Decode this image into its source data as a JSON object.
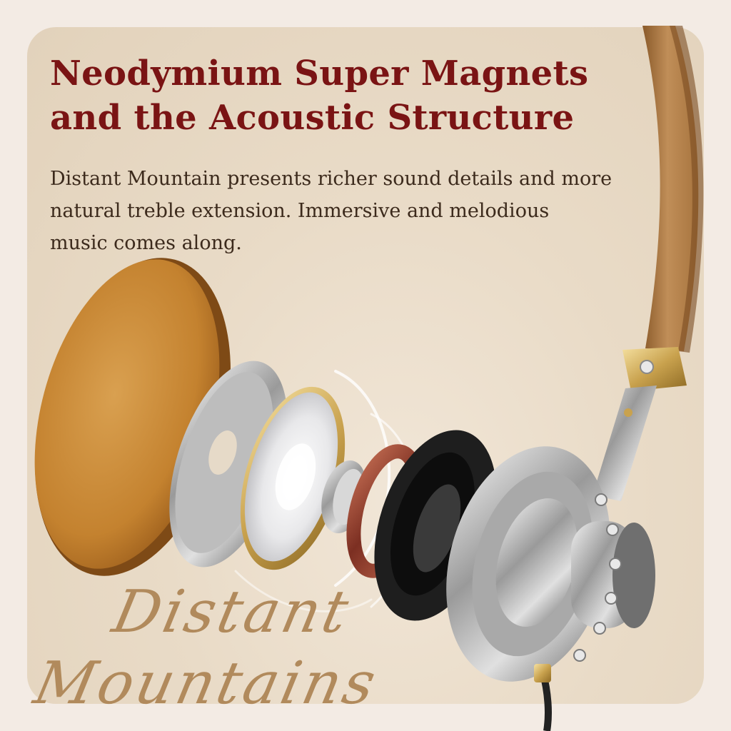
{
  "headline": {
    "line1": "Neodymium Super Magnets",
    "line2": "and the Acoustic Structure"
  },
  "description": {
    "line1": "Distant Mountain presents richer sound details and more",
    "line2": "natural treble extension. Immersive and melodious",
    "line3": "music comes along."
  },
  "wordmark": {
    "line1": "Distant",
    "line2": "Mountains"
  },
  "colors": {
    "headline": "#7a1414",
    "body_text": "#3c2a1c",
    "wordmark": "#b18a5c",
    "ear_pad": "#c88a3a",
    "headband": "#b8874e",
    "copper_ring": "#8a3b2c"
  },
  "icons": [
    "ear-pad-icon",
    "headband-icon",
    "driver-diaphragm-icon",
    "magnet-icon",
    "housing-icon",
    "cable-icon"
  ]
}
